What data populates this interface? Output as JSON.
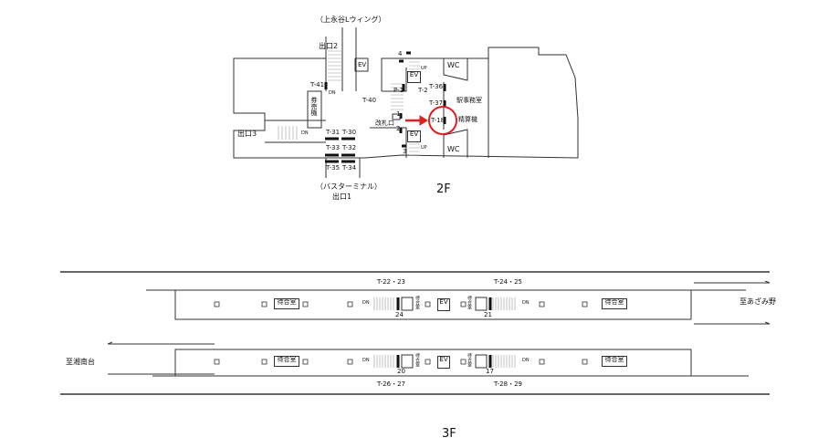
{
  "floor2": {
    "label": "2F",
    "wing_label": "（上永谷Lウィング）",
    "exit2": "出口2",
    "exit3": "出口3",
    "exit1": "出口1",
    "bus_terminal": "（バスターミナル）",
    "ticket_machine": "券売機",
    "ticket_gate": "改札口",
    "station_office": "駅事務室",
    "fare_adjust": "精算機",
    "wc": "WC",
    "ev": "EV",
    "up": "UP",
    "dn": "DN",
    "points": {
      "t41": "T-41",
      "t40": "T-40",
      "p1": "P-1",
      "t2": "T-2",
      "t36": "T-36",
      "t37": "T-37",
      "t18": "T-18",
      "t31": "T-31",
      "t30": "T-30",
      "t33": "T-33",
      "t32": "T-32",
      "t35": "T-35",
      "t34": "T-34",
      "n1": "1",
      "n2": "2",
      "n3": "3",
      "n4": "4"
    },
    "highlight_color": "#e02020"
  },
  "floor3": {
    "label": "3F",
    "to_azamino": "至あざみ野",
    "to_shonandai": "至湘南台",
    "waiting_room": "待合室",
    "ev": "EV",
    "dn": "DN",
    "points": {
      "t2223": "T-22・23",
      "t2425": "T-24・25",
      "t2627": "T-26・27",
      "t2829": "T-28・29",
      "n24": "24",
      "n21": "21",
      "n20": "20",
      "n17": "17"
    }
  }
}
